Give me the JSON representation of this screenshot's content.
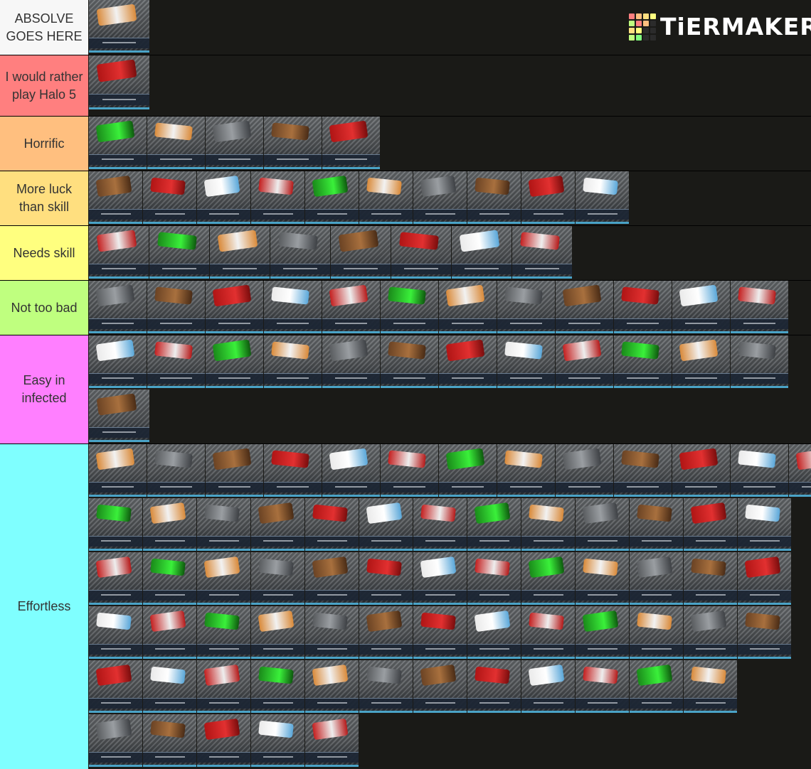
{
  "logo": {
    "text": "TiERMAKER",
    "grid_colors": [
      "#ff7f7f",
      "#ffbf7f",
      "#ffdf7f",
      "#ffff7f",
      "#bfff7f",
      "#ff7f7f",
      "#ffbf7f",
      "#2b2b2b",
      "#ffdf7f",
      "#ffff7f",
      "#2b2b2b",
      "#2b2b2b",
      "#bfff7f",
      "#7fff7f",
      "#2b2b2b",
      "#2b2b2b"
    ]
  },
  "tiers": [
    {
      "label": "ABSOLVE GOES HERE",
      "color": "#f7f7f7",
      "item_count": 1
    },
    {
      "label": "I would rather play Halo 5",
      "color": "#ff7f7f",
      "item_count": 1
    },
    {
      "label": "Horrific",
      "color": "#ffbf7f",
      "item_count": 5
    },
    {
      "label": "More luck than skill",
      "color": "#ffdf7f",
      "item_count": 10
    },
    {
      "label": "Needs skill",
      "color": "#ffff7f",
      "item_count": 8
    },
    {
      "label": "Not too bad",
      "color": "#bfff7f",
      "item_count": 12
    },
    {
      "label": "Easy in infected",
      "color": "#ff7fff",
      "item_count": 13
    },
    {
      "label": "Effortless",
      "color": "#7fffff",
      "item_count": 69
    }
  ],
  "tile_palette": [
    "orange-white",
    "red-white",
    "red",
    "gray-metal",
    "green",
    "white-blue",
    "brown"
  ]
}
